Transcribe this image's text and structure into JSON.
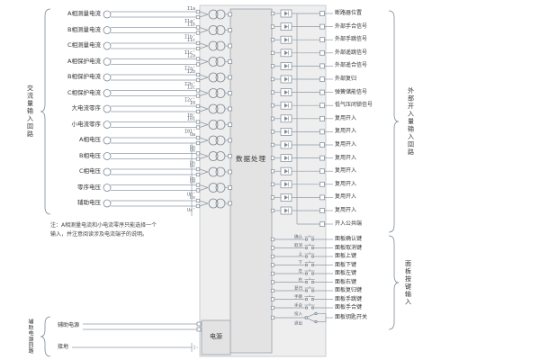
{
  "colors": {
    "wire": "#8f9aa6",
    "symbol": "#7d8894",
    "panel": "#eeeeee",
    "panel_border": "#bcc3c9",
    "block": "#e3e3e3",
    "block_border": "#98a0a8",
    "text": "#333333",
    "muted": "#5a6570"
  },
  "sections": {
    "ac": {
      "group_label": "交流量输入回路",
      "rows": [
        {
          "label": "A相测量电流",
          "t1": "I1a",
          "t2": "I1a'"
        },
        {
          "label": "B相测量电流",
          "t1": "I1b",
          "t2": "I1b'"
        },
        {
          "label": "C相测量电流",
          "t1": "I1c",
          "t2": "I1c'"
        },
        {
          "label": "A相保护电流",
          "t1": "I2a",
          "t2": "I2a'"
        },
        {
          "label": "B相保护电流",
          "t1": "I2b",
          "t2": "I2b'"
        },
        {
          "label": "C相保护电流",
          "t1": "I2c",
          "t2": "I2c'"
        },
        {
          "label": "大电流零序",
          "t1": "I0",
          "t2": "I0'"
        },
        {
          "label": "小电流零序",
          "t1": "I01",
          "t2": "I01'"
        },
        {
          "label": "A相电压",
          "t1": "Ua",
          "t2": "Un"
        },
        {
          "label": "B相电压",
          "t1": "Ub",
          "t2": "Un"
        },
        {
          "label": "C相电压",
          "t1": "Uc",
          "t2": "Un"
        },
        {
          "label": "零序电压",
          "t1": "U0",
          "t2": "U0'"
        },
        {
          "label": "辅助电压",
          "t1": "Ux",
          "t2": "Ux'"
        }
      ]
    },
    "processor": {
      "label": "数据处理"
    },
    "di": {
      "group_label": "外部开入量输入回路",
      "common_label": "开入公共端",
      "rows": [
        {
          "label": "断路器位置"
        },
        {
          "label": "外部手合信号"
        },
        {
          "label": "外部手跳信号"
        },
        {
          "label": "外部遥跳信号"
        },
        {
          "label": "外部遥合信号"
        },
        {
          "label": "外部复归"
        },
        {
          "label": "弹簧储能信号"
        },
        {
          "label": "低气压闭锁信号"
        },
        {
          "label": "复用开入"
        },
        {
          "label": "复用开入"
        },
        {
          "label": "复用开入"
        },
        {
          "label": "复用开入"
        },
        {
          "label": "复用开入"
        },
        {
          "label": "复用开入"
        },
        {
          "label": "复用开入"
        },
        {
          "label": "复用开入"
        }
      ]
    },
    "keys": {
      "group_label": "面板按键输入",
      "rows": [
        {
          "key": "确认",
          "label": "面板确认键"
        },
        {
          "key": "取消",
          "label": "面板取消键"
        },
        {
          "key": "上",
          "label": "面板上键"
        },
        {
          "key": "下",
          "label": "面板下键"
        },
        {
          "key": "左",
          "label": "面板左键"
        },
        {
          "key": "右",
          "label": "面板右键"
        },
        {
          "key": "复归",
          "label": "面板复归键"
        },
        {
          "key": "手跳",
          "label": "面板手跳键"
        },
        {
          "key": "手合",
          "label": "面板手合键"
        }
      ],
      "key_switch": {
        "pos_on": "投入",
        "pos_off": "退出",
        "label": "面板钥匙开关"
      }
    },
    "power": {
      "group_label": "辅助电源回路",
      "supply_label": "辅助电源",
      "ground_label": "接地",
      "box_label": "电源"
    },
    "note": "注：A相测量电流和小电流零序只能选择一个输入，并注意阅读涉及电流端子的说明。"
  }
}
